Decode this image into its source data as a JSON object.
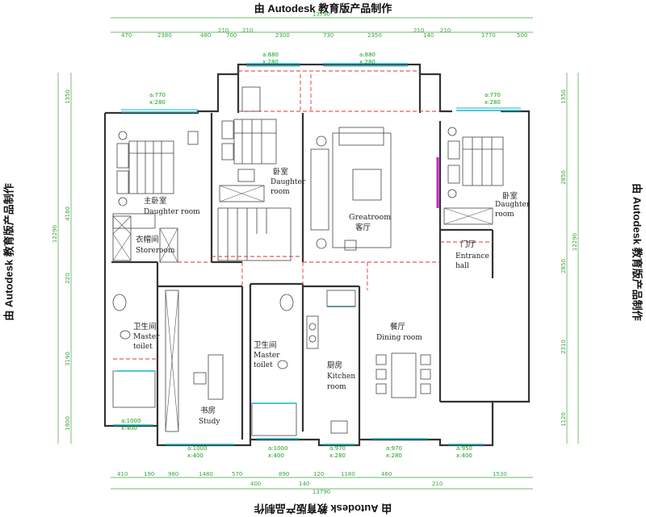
{
  "watermark": {
    "top": "由 Autodesk 教育版产品制作",
    "bottom": "由 Autodesk 教育版产品制作",
    "left": "由 Autodesk 教育版产品制作",
    "right": "由 Autodesk 教育版产品制作"
  },
  "rooms": {
    "master_bedroom": {
      "zh": "主卧室",
      "en": "Daughter room"
    },
    "bedroom_top": {
      "zh": "卧室",
      "en1": "Daughter",
      "en2": "room"
    },
    "great_room": {
      "en": "Greatroom",
      "zh": "客厅"
    },
    "bedroom_right": {
      "zh": "卧室",
      "en1": "Daughter",
      "en2": "room"
    },
    "storeroom": {
      "zh": "衣帽间",
      "en": "Storeroom"
    },
    "entrance": {
      "zh": "门厅",
      "en1": "Entrance",
      "en2": "hall"
    },
    "toilet_left": {
      "zh": "卫生间",
      "en1": "Master",
      "en2": "toilet"
    },
    "toilet_mid": {
      "zh": "卫生间",
      "en1": "Master",
      "en2": "toilet"
    },
    "kitchen": {
      "zh": "厨房",
      "en1": "Kitchen",
      "en2": "room"
    },
    "dining": {
      "zh": "餐厅",
      "en": "Dining room"
    },
    "study": {
      "zh": "书房",
      "en": "Study"
    }
  },
  "dimensions": {
    "top_total": "13790",
    "top_segments": [
      "470",
      "2380",
      "480",
      "210",
      "700",
      "210",
      "2300",
      "730",
      "2350",
      "210",
      "140",
      "210",
      "1770",
      "500"
    ],
    "bottom_total": "13790",
    "bottom_segments": [
      "410",
      "190",
      "980",
      "1480",
      "570",
      "400",
      "890",
      "140",
      "120",
      "1180",
      "460",
      "210",
      "1530"
    ],
    "left_total": "12290",
    "left_segments": [
      "1350",
      "4180",
      "220",
      "3190",
      "1900"
    ],
    "right_total": "12290",
    "right_segments": [
      "1350",
      "2850",
      "2850",
      "2310",
      "1120"
    ]
  },
  "window_tags": {
    "w1": {
      "a": "a:770",
      "b": "x:280"
    },
    "w2": {
      "a": "a:880",
      "b": "x:280"
    },
    "w3": {
      "a": "a:880",
      "b": "x:280"
    },
    "w4": {
      "a": "a:770",
      "b": "x:280"
    },
    "w5": {
      "a": "a:1000",
      "b": "x:400"
    },
    "w6": {
      "a": "a:1000",
      "b": "x:400"
    },
    "w7": {
      "a": "a:1000",
      "b": "x:400"
    },
    "w8": {
      "a": "a:970",
      "b": "x:280"
    },
    "w9": {
      "a": "a:970",
      "b": "x:280"
    },
    "w10": {
      "a": "a:950",
      "b": "x:400"
    }
  },
  "colors": {
    "walls": "#333333",
    "windows": "#11b5c8",
    "dimensions": "#3fa43f",
    "hidden_lines": "#dd3333",
    "accent_magenta": "#cc22cc"
  }
}
